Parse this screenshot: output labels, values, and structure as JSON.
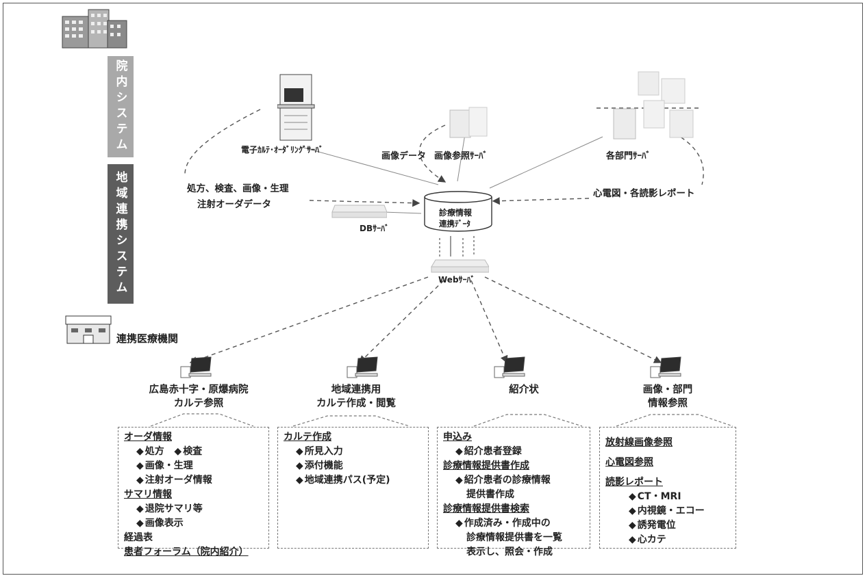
{
  "side": {
    "band1": "院内システム",
    "band2": "地域連携システム",
    "institution": "連携医療機関"
  },
  "servers": {
    "karte": "電子ｶﾙﾃ･ｵｰﾀﾞﾘﾝｸﾞｻｰﾊﾞ",
    "image_data": "画像データ",
    "image_ref": "画像参照ｻｰﾊﾞ",
    "dept": "各部門ｻｰﾊﾞ",
    "db": "DBｻｰﾊﾞ",
    "web": "Webｻｰﾊﾞ"
  },
  "flows": {
    "order_data_1": "処方、検査、画像・生理",
    "order_data_2": "注射オーダデータ",
    "reports": "心電図・各読影レポート"
  },
  "central": {
    "line1": "診療情報",
    "line2": "連携ﾃﾞｰﾀ"
  },
  "clients": [
    {
      "line1": "広島赤十字・原爆病院",
      "line2": "カルテ参照"
    },
    {
      "line1": "地域連携用",
      "line2": "カルテ作成・閲覧"
    },
    {
      "line1": "紹介状",
      "line2": ""
    },
    {
      "line1": "画像・部門",
      "line2": "情報参照"
    }
  ],
  "box1": {
    "order_head": "オーダ情報",
    "order_a": "処方",
    "order_b": "検査",
    "order_c": "画像・生理",
    "order_d": "注射オーダ情報",
    "summary_head": "サマリ情報",
    "summary_a": "退院サマリ等",
    "summary_b": "画像表示",
    "progress": "経過表",
    "forum": "患者フォーラム（院内紹介）"
  },
  "box2": {
    "head": "カルテ作成",
    "a": "所見入力",
    "b": "添付機能",
    "c": "地域連携パス(予定)"
  },
  "box3": {
    "apply_head": "申込み",
    "apply_a": "紹介患者登録",
    "create_head": "診療情報提供書作成",
    "create_a1": "紹介患者の診療情報",
    "create_a2": "提供書作成",
    "search_head": "診療情報提供書検索",
    "search_a1": "作成済み・作成中の",
    "search_a2": "診療情報提供書を一覧",
    "search_a3": "表示し、照会・作成"
  },
  "box4": {
    "rad": "放射線画像参照",
    "ecg": "心電図参照",
    "report_head": "読影レポート",
    "r1": "CT・MRI",
    "r2": "内視鏡・エコー",
    "r3": "誘発電位",
    "r4": "心カテ"
  }
}
